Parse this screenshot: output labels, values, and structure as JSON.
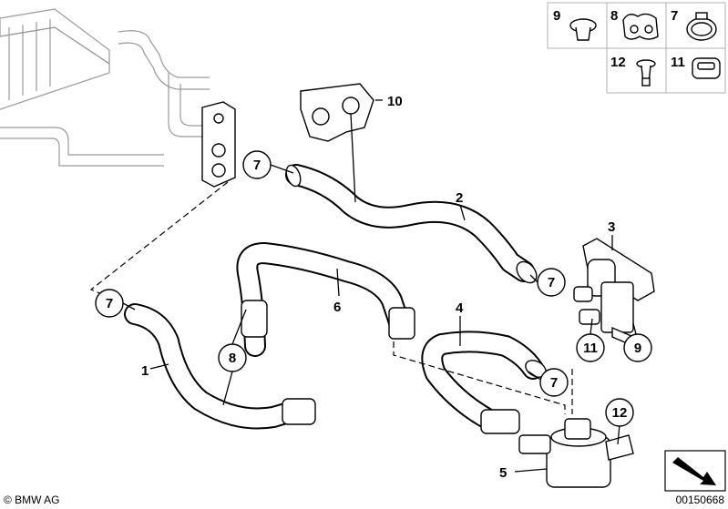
{
  "legend": [
    {
      "number": "9",
      "part_icon": "plug-cap-icon"
    },
    {
      "number": "8",
      "part_icon": "double-clip-icon"
    },
    {
      "number": "7",
      "part_icon": "hose-clamp-icon"
    },
    {
      "number": "12",
      "part_icon": "expanding-rivet-icon"
    },
    {
      "number": "11",
      "part_icon": "rubber-grommet-icon"
    }
  ],
  "callouts": {
    "c10": "10",
    "c7a": "7",
    "c2": "2",
    "c3": "3",
    "c7b": "7",
    "c7c": "7",
    "c6": "6",
    "c4": "4",
    "c8": "8",
    "c1": "1",
    "c7d": "7",
    "c11": "11",
    "c9": "9",
    "c12": "12",
    "c5": "5"
  },
  "footer": {
    "copyright": "© BMW AG",
    "diagram_number": "00150668"
  },
  "colors": {
    "line": "#000000",
    "ghost_outline": "#9a9a9a",
    "background": "#ffffff",
    "legend_border": "#b0b0b0"
  }
}
